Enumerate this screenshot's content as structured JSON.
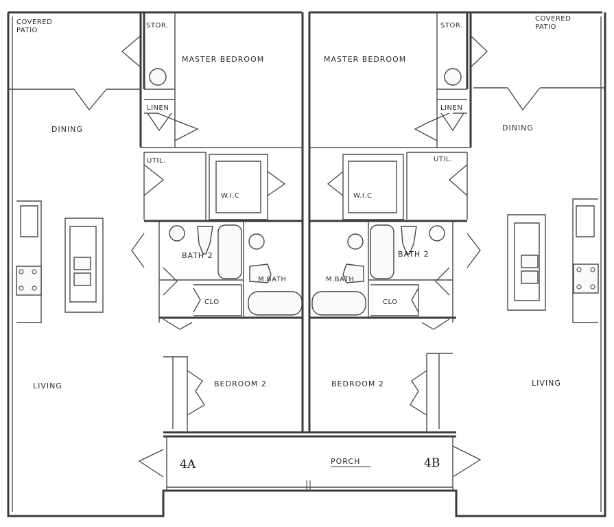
{
  "labels": {
    "covered_patio_left_1": "COVERED",
    "covered_patio_left_2": "PATIO",
    "covered_patio_right_1": "COVERED",
    "covered_patio_right_2": "PATIO",
    "stor_left": "STOR.",
    "stor_right": "STOR.",
    "master_bedroom_left": "MASTER BEDROOM",
    "master_bedroom_right": "MASTER BEDROOM",
    "linen_left": "LINEN",
    "linen_right": "LINEN",
    "dining_left": "DINING",
    "dining_right": "DINING",
    "util_left": "UTIL.",
    "util_right": "UTIL.",
    "wic_left": "W.I.C",
    "wic_right": "W.I.C",
    "bath2_left": "BATH 2",
    "bath2_right": "BATH 2",
    "mbath_left": "M.BATH",
    "mbath_right": "M.BATH",
    "clo_left": "CLO",
    "clo_right": "CLO",
    "living_left": "LIVING",
    "living_right": "LIVING",
    "bedroom2_left": "BEDROOM 2",
    "bedroom2_right": "BEDROOM 2",
    "porch": "PORCH",
    "unit_a": "4A",
    "unit_b": "4B"
  }
}
